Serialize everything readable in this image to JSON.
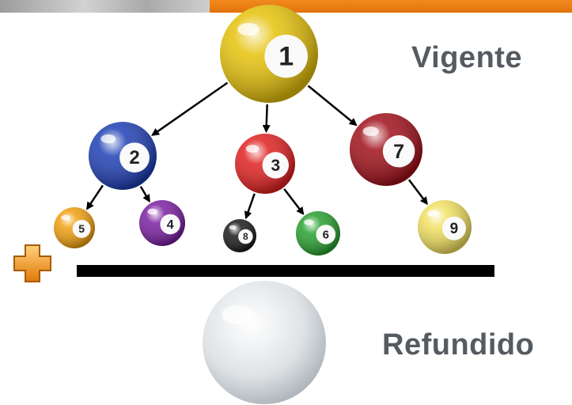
{
  "labels": {
    "top": "Vigente",
    "bottom": "Refundido"
  },
  "balls": [
    {
      "id": "1",
      "color": "#e6c20a"
    },
    {
      "id": "2",
      "color": "#1f3fb4"
    },
    {
      "id": "3",
      "color": "#e02020"
    },
    {
      "id": "7",
      "color": "#a0101a"
    },
    {
      "id": "5",
      "color": "#f0a010"
    },
    {
      "id": "4",
      "color": "#7a1fa0"
    },
    {
      "id": "8",
      "color": "#1a1a1a"
    },
    {
      "id": "6",
      "color": "#28a030"
    },
    {
      "id": "9",
      "color": "#f0e060"
    }
  ],
  "edges": [
    [
      "1",
      "2"
    ],
    [
      "1",
      "3"
    ],
    [
      "1",
      "7"
    ],
    [
      "2",
      "5"
    ],
    [
      "2",
      "4"
    ],
    [
      "3",
      "8"
    ],
    [
      "3",
      "6"
    ],
    [
      "7",
      "9"
    ]
  ],
  "merged_ball_color": "#e0e3e6",
  "plus_icon": "plus-icon",
  "accent_color": "#f0831c"
}
